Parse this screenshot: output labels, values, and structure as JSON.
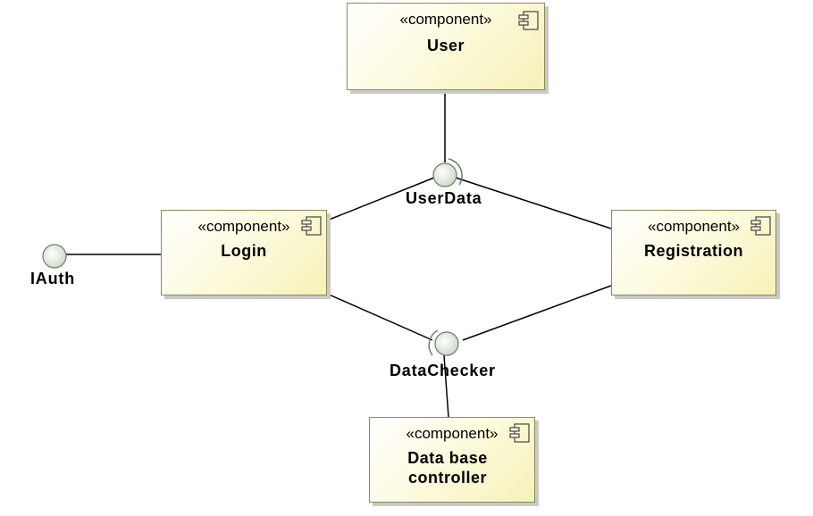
{
  "components": [
    {
      "id": "user",
      "stereotype": "«component»",
      "name_lines": [
        "User"
      ]
    },
    {
      "id": "login",
      "stereotype": "«component»",
      "name_lines": [
        "Login"
      ]
    },
    {
      "id": "registration",
      "stereotype": "«component»",
      "name_lines": [
        "Registration"
      ]
    },
    {
      "id": "dbcontroller",
      "stereotype": "«component»",
      "name_lines": [
        "Data base",
        "controller"
      ]
    }
  ],
  "interfaces": [
    {
      "id": "userdata",
      "label": "UserData",
      "kind": "required-provided"
    },
    {
      "id": "iauth",
      "label": "IAuth",
      "kind": "provided"
    },
    {
      "id": "datachecker",
      "label": "DataChecker",
      "kind": "required-provided"
    }
  ],
  "colors": {
    "box_fill_light": "#ffffff",
    "box_fill_dark": "#f6f1b8",
    "box_border": "#8a8a5e",
    "lollipop_fill": "#e6efe0",
    "line": "#000000"
  }
}
